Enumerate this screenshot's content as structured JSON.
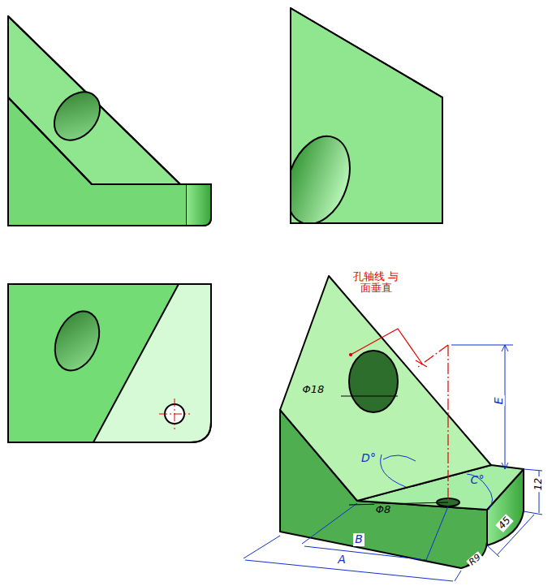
{
  "diagram": {
    "labels": [
      "孔轴线 与面垂直",
      "Φ18",
      "E",
      "D°",
      "C°",
      "Φ8",
      "B",
      "A",
      "12",
      "45",
      "R9"
    ]
  }
}
